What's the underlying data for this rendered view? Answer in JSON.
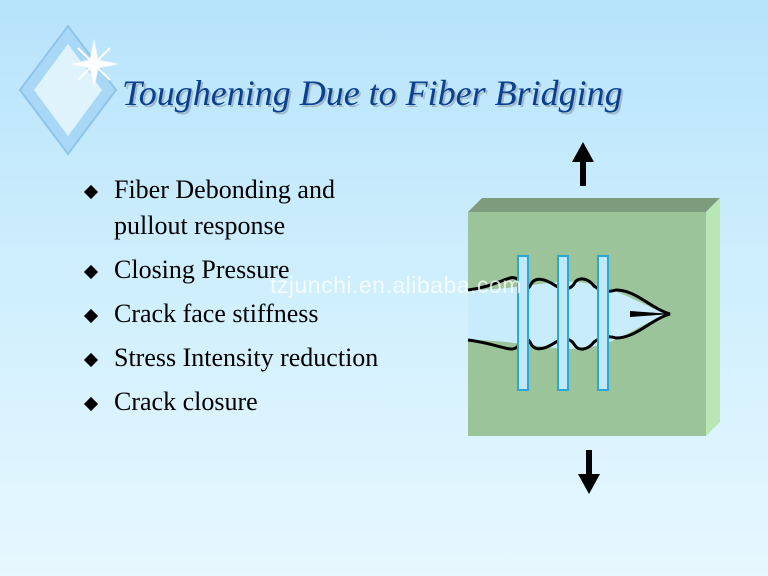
{
  "slide": {
    "title": "Toughening Due to Fiber Bridging",
    "bullets": [
      "Fiber Debonding and pullout response",
      "Closing Pressure",
      "Crack face stiffness",
      "Stress Intensity reduction",
      "Crack closure"
    ],
    "watermark": "tzjunchi.en.alibaba.com",
    "icons": {
      "logo": "diamond-sparkle-icon",
      "bullet": "diamond-bullet-icon"
    },
    "colors": {
      "title": "#0b3f8f",
      "block_face": "#9cc49a",
      "block_top": "#7d9c7d",
      "block_side": "#b9e6b5",
      "crack": "#c8ecfb",
      "fiber": "#bfe8f8"
    },
    "diagram": {
      "fiber_count": 3
    }
  }
}
